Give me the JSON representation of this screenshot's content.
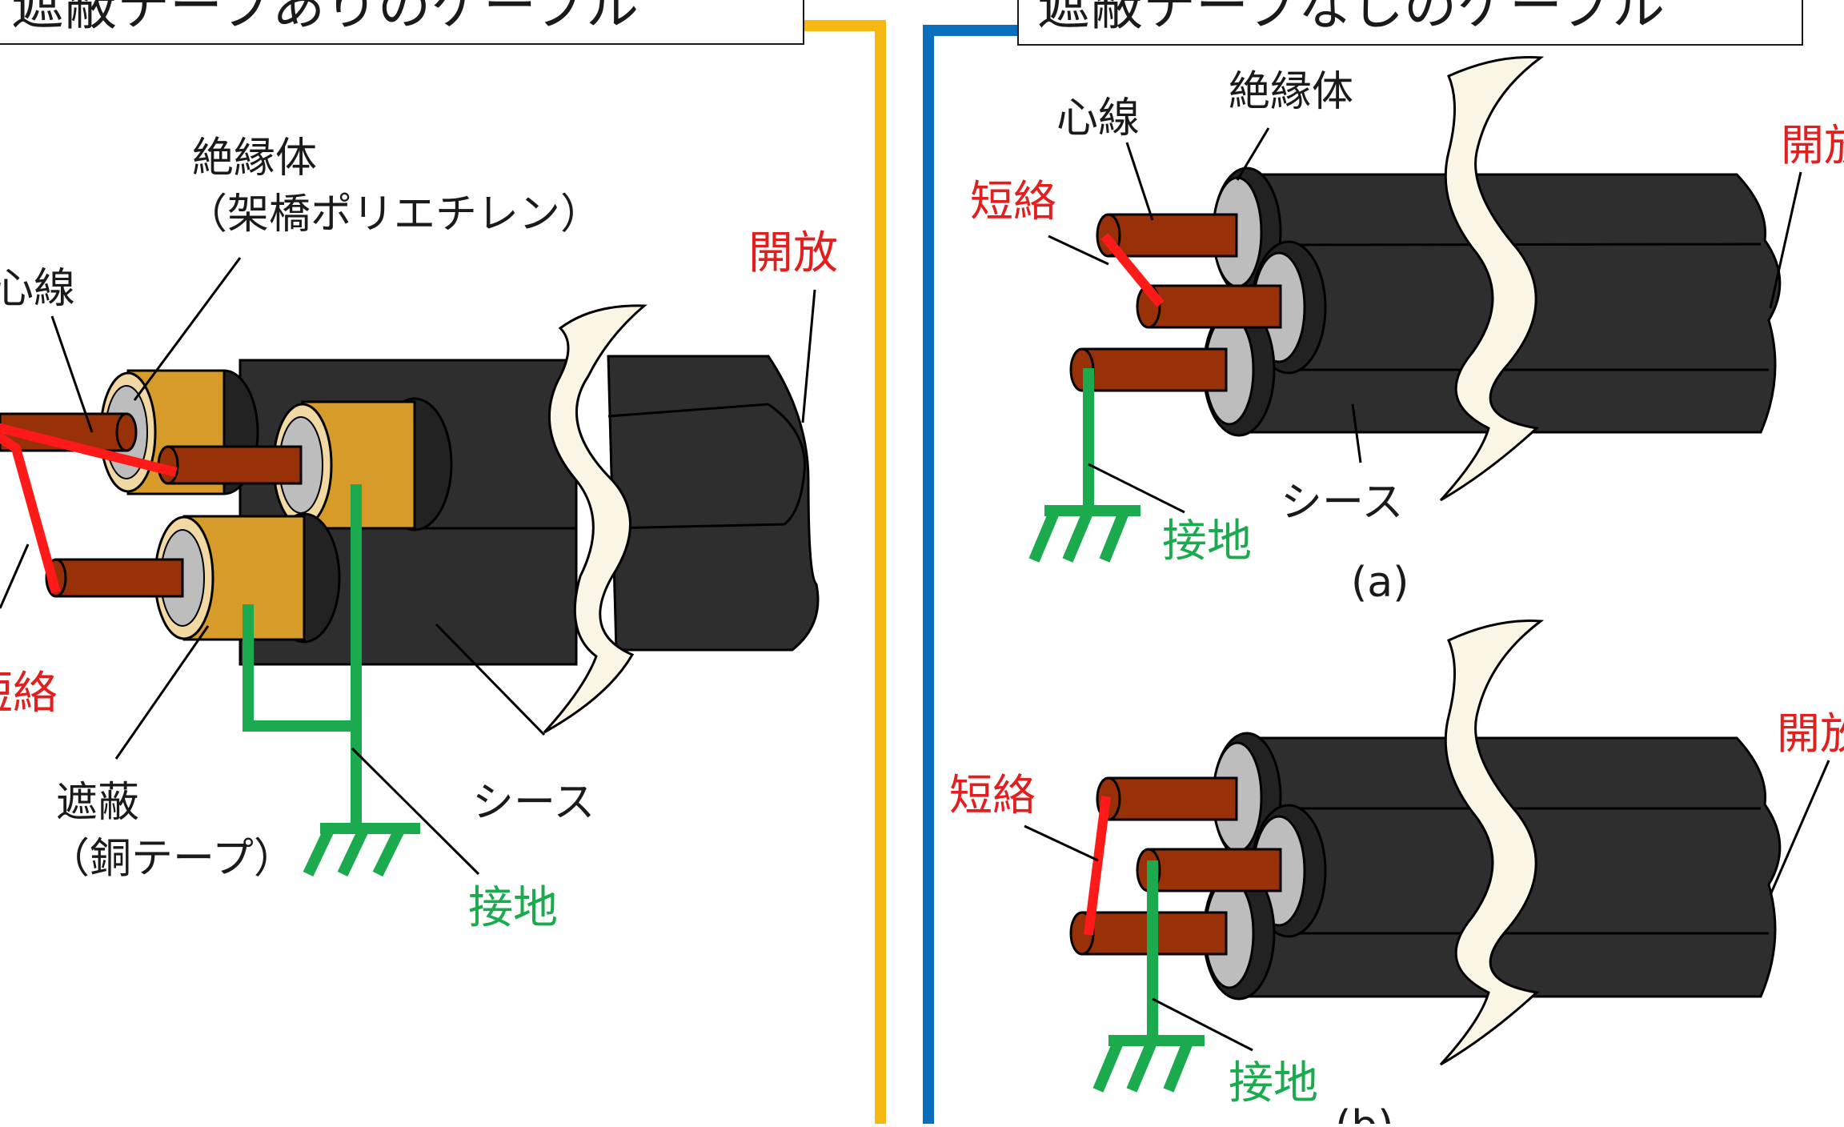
{
  "colors": {
    "panel_left_border": "#F7B813",
    "panel_right_border": "#0A6EBD",
    "sheath": "#2E2E2E",
    "copper": "#983008",
    "insulation": "#BDBDBD",
    "copper_tape": "#D79B2A",
    "break_mark": "#FBF5E6",
    "short_label": "#E11F1F",
    "short_wire": "#FF1A1A",
    "ground": "#1BAA4E",
    "text": "#1A1A1A"
  },
  "left_panel": {
    "title": "遮蔽テープありのケーブル",
    "labels": {
      "insulator": "絶縁体",
      "insulator_sub": "（架橋ポリエチレン）",
      "core": "心線",
      "open": "開放",
      "short": "短絡",
      "shield": "遮蔽",
      "shield_sub": "（銅テープ）",
      "sheath": "シース",
      "ground": "接地"
    }
  },
  "right_panel": {
    "title": "遮蔽テープなしのケーブル",
    "diagram_a": {
      "caption": "(a)",
      "labels": {
        "core": "心線",
        "insulator": "絶縁体",
        "open": "開放",
        "short": "短絡",
        "sheath": "シース",
        "ground": "接地"
      }
    },
    "diagram_b": {
      "caption": "(b)",
      "labels": {
        "short": "短絡",
        "open": "開放",
        "ground": "接地"
      }
    }
  }
}
